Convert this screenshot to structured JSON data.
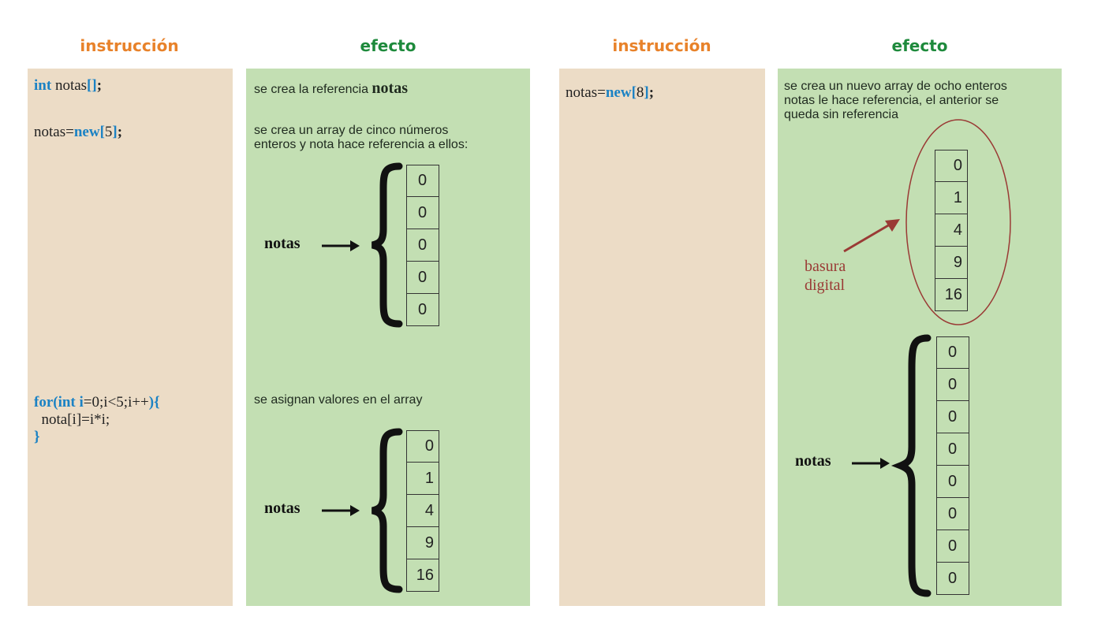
{
  "headers": {
    "instruction_1": "instrucción",
    "effect_1": "efecto",
    "instruction_2": "instrucción",
    "effect_2": "efecto"
  },
  "colors": {
    "instruction_header": "#e8822a",
    "effect_header": "#1e8a3c",
    "instruction_panel": "#ecdcc6",
    "effect_panel": "#c3dfb3",
    "keyword": "#1b82c4",
    "garbage": "#9a3a35"
  },
  "code": {
    "decl": {
      "kw": "int",
      "name": " notas",
      "brackets": "[]",
      "end": ";"
    },
    "alloc5": {
      "lhs": "notas=",
      "kw": "new",
      "open": "[",
      "size": "5",
      "close": "]",
      "end": ";"
    },
    "loop": {
      "for_kw": "for(int",
      "var": " i",
      "cond": "=0;i<5;i++",
      "close_paren": ")",
      "brace_open": "{",
      "body": "  nota[i]=i*i;",
      "brace_close": "}"
    },
    "alloc8": {
      "lhs": "notas=",
      "kw": "new",
      "open": "[",
      "size": "8",
      "close": "]",
      "end": ";"
    }
  },
  "effects": {
    "ref_text": "se crea la referencia ",
    "ref_name": "notas",
    "array_line1": "se crea un array de  cinco números",
    "array_line2": "enteros y nota hace referencia a ellos:",
    "assign": "se asignan valores en el array",
    "new_line1": "se crea un nuevo array de ocho enteros",
    "new_line2": "notas le hace referencia, el anterior se",
    "new_line3": "queda sin referencia"
  },
  "arrays": {
    "zeros5": [
      "0",
      "0",
      "0",
      "0",
      "0"
    ],
    "squares5": [
      "0",
      "1",
      "4",
      "9",
      "16"
    ],
    "old_squares": [
      "0",
      "1",
      "4",
      "9",
      "16"
    ],
    "zeros8": [
      "0",
      "0",
      "0",
      "0",
      "0",
      "0",
      "0",
      "0"
    ]
  },
  "labels": {
    "notas_a": "notas",
    "notas_b": "notas",
    "notas_c": "notas",
    "garbage_1": "basura",
    "garbage_2": "digital"
  }
}
